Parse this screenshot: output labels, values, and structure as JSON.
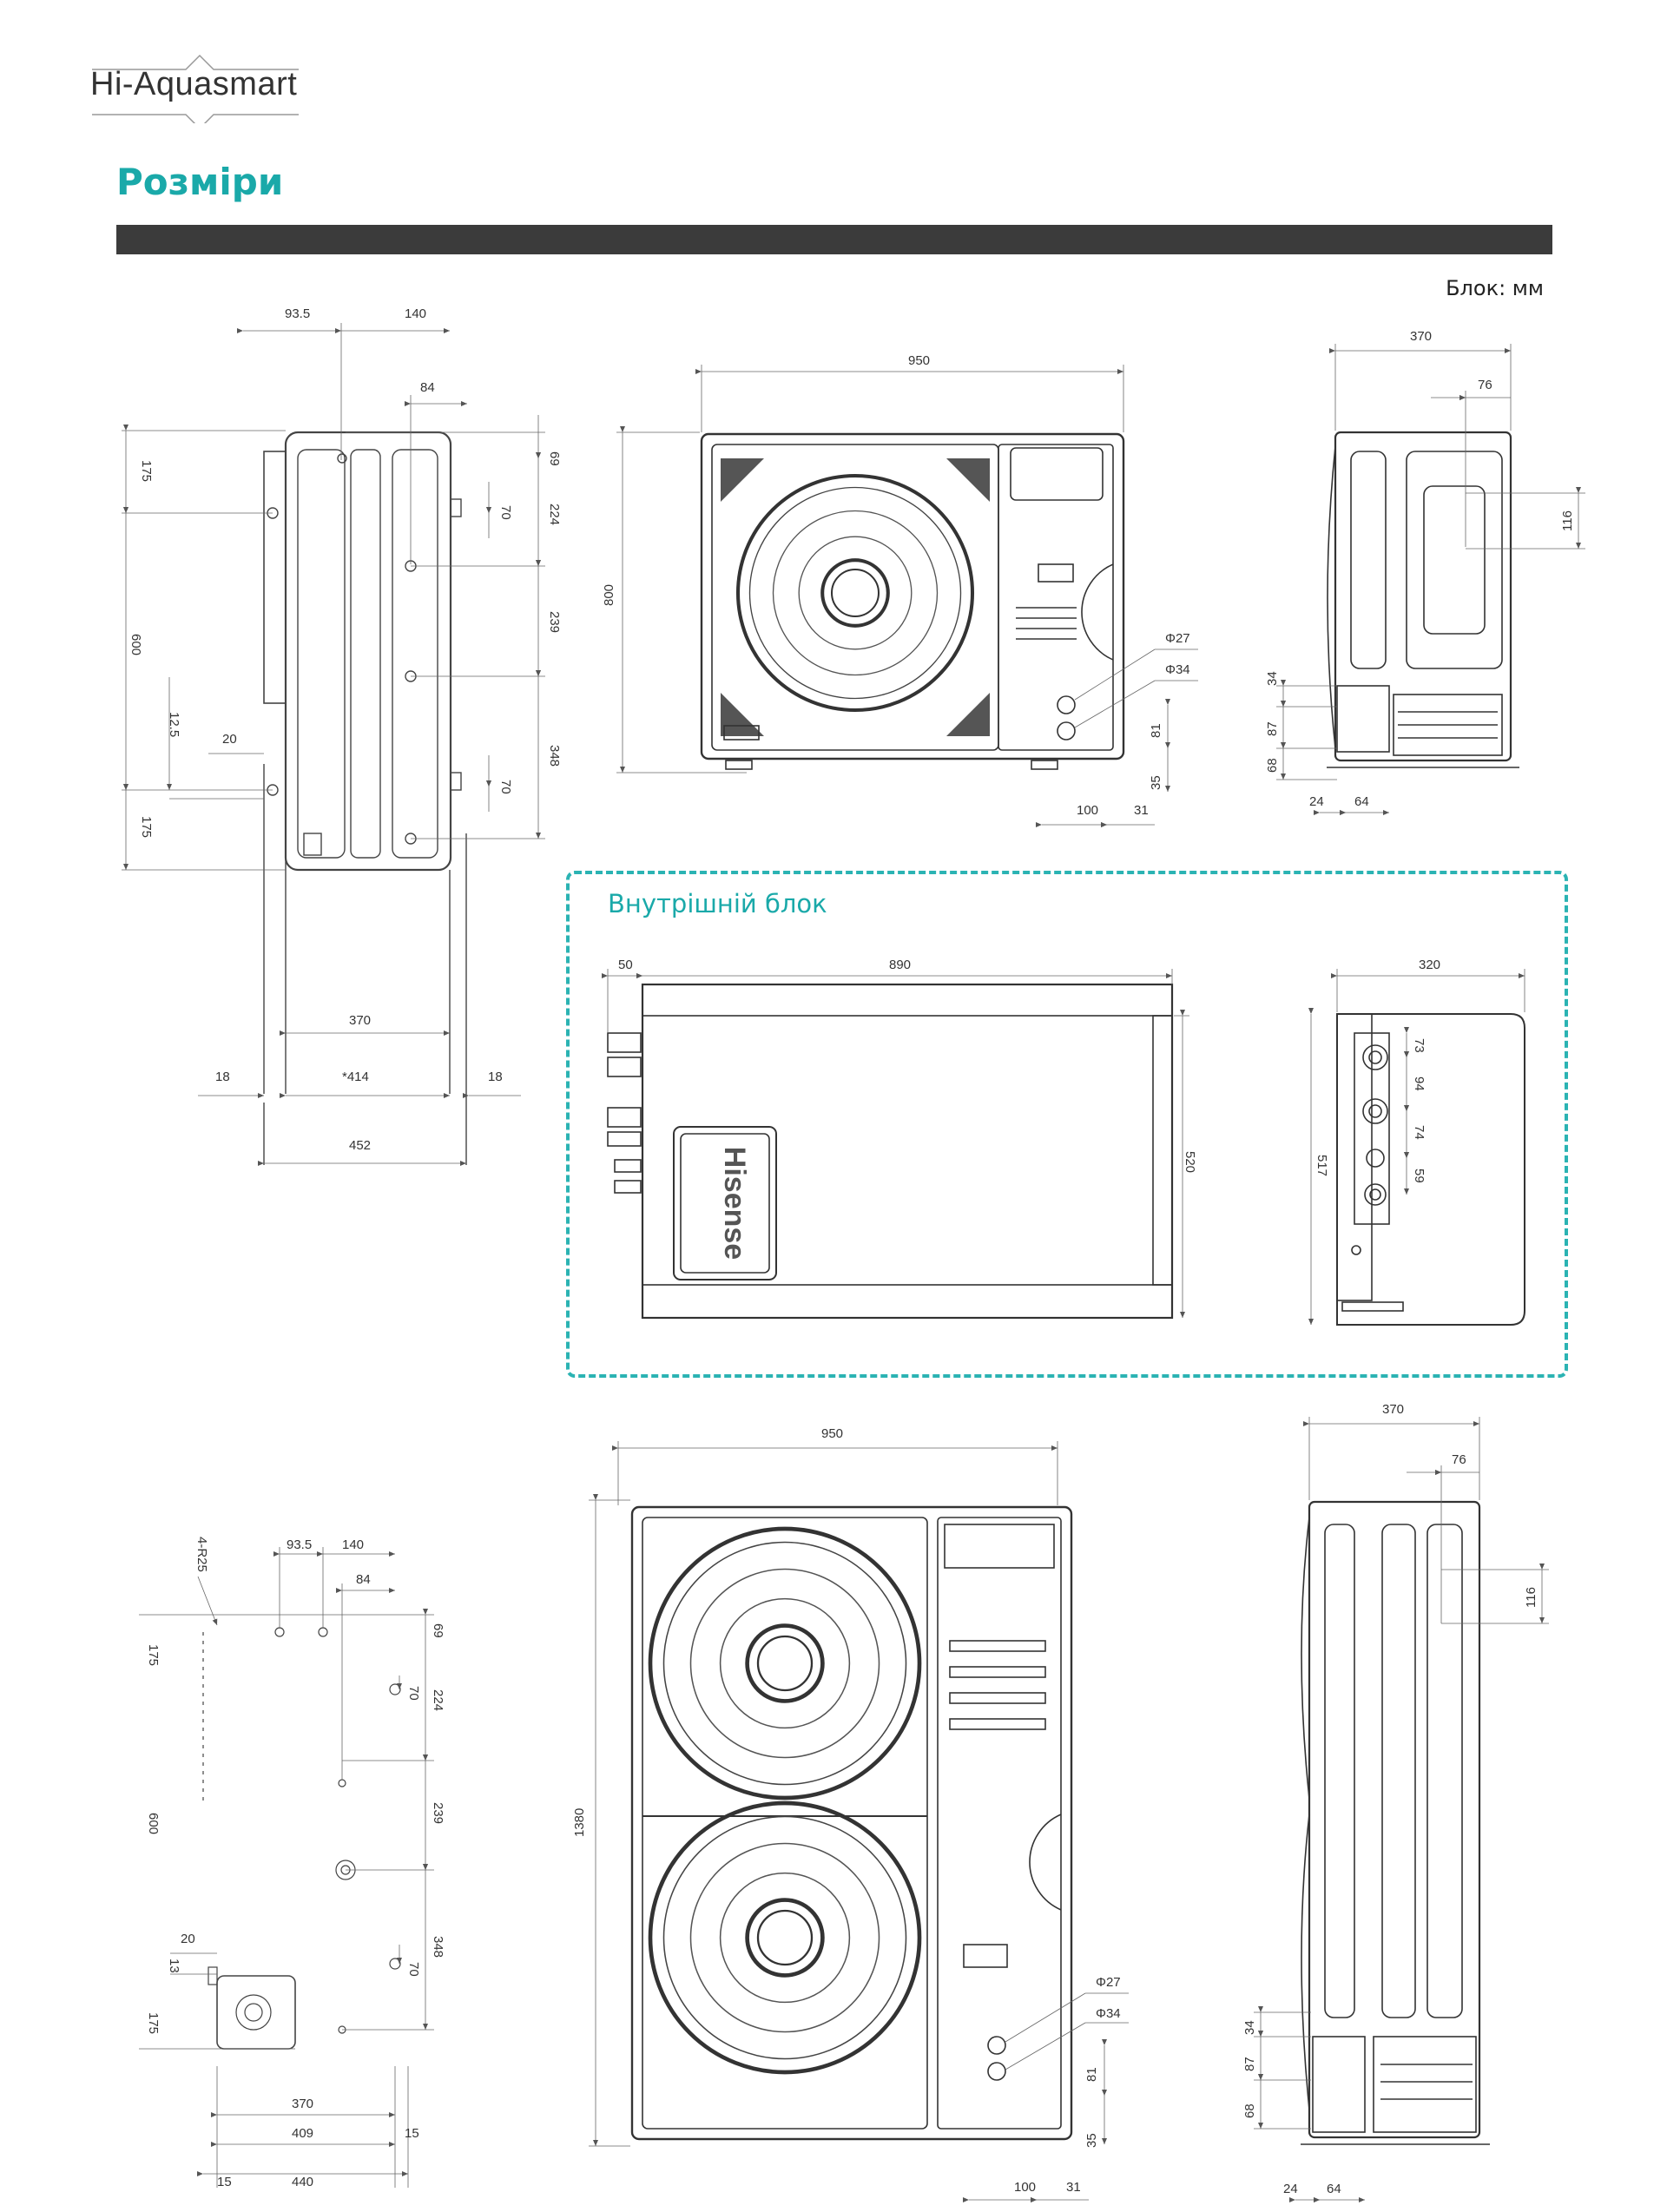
{
  "header": {
    "brand": "Hi-Aquasmart",
    "title": "Розміри",
    "unit": "Блок: мм"
  },
  "indoor": {
    "title": "Внутрішній блок",
    "logo": "Hisense"
  },
  "dims": {
    "a1": "93.5",
    "a2": "140",
    "a3": "84",
    "a4": "69",
    "a5": "224",
    "a6": "70",
    "a7": "239",
    "a8": "348",
    "a9": "70",
    "a10": "175",
    "a11": "600",
    "a12": "12.5",
    "a13": "20",
    "a14": "175",
    "a15": "370",
    "a16": "18",
    "a17": "*414",
    "a18": "18",
    "a19": "452",
    "b1": "950",
    "b2": "800",
    "b3": "Φ27",
    "b4": "Φ34",
    "b5": "81",
    "b6": "35",
    "b7": "100",
    "b8": "31",
    "c1": "370",
    "c2": "76",
    "c3": "116",
    "c4": "34",
    "c5": "87",
    "c6": "68",
    "c7": "24",
    "c8": "64",
    "d1": "50",
    "d2": "890",
    "d3": "520",
    "e1": "320",
    "e2": "73",
    "e3": "94",
    "e4": "74",
    "e5": "59",
    "e6": "517",
    "f1": "4-R25",
    "f2": "93.5",
    "f3": "140",
    "f4": "84",
    "f5": "69",
    "f6": "175",
    "f7": "70",
    "f8": "224",
    "f9": "239",
    "f10": "600",
    "f11": "348",
    "f12": "20",
    "f13": "13",
    "f14": "70",
    "f15": "175",
    "f16": "370",
    "f17": "409",
    "f18": "15",
    "f19": "15",
    "f20": "440",
    "g1": "950",
    "g2": "1380",
    "g3": "Φ27",
    "g4": "Φ34",
    "g5": "81",
    "g6": "35",
    "g7": "100",
    "g8": "31",
    "h1": "370",
    "h2": "76",
    "h3": "116",
    "h4": "34",
    "h5": "87",
    "h6": "68",
    "h7": "24",
    "h8": "64"
  }
}
